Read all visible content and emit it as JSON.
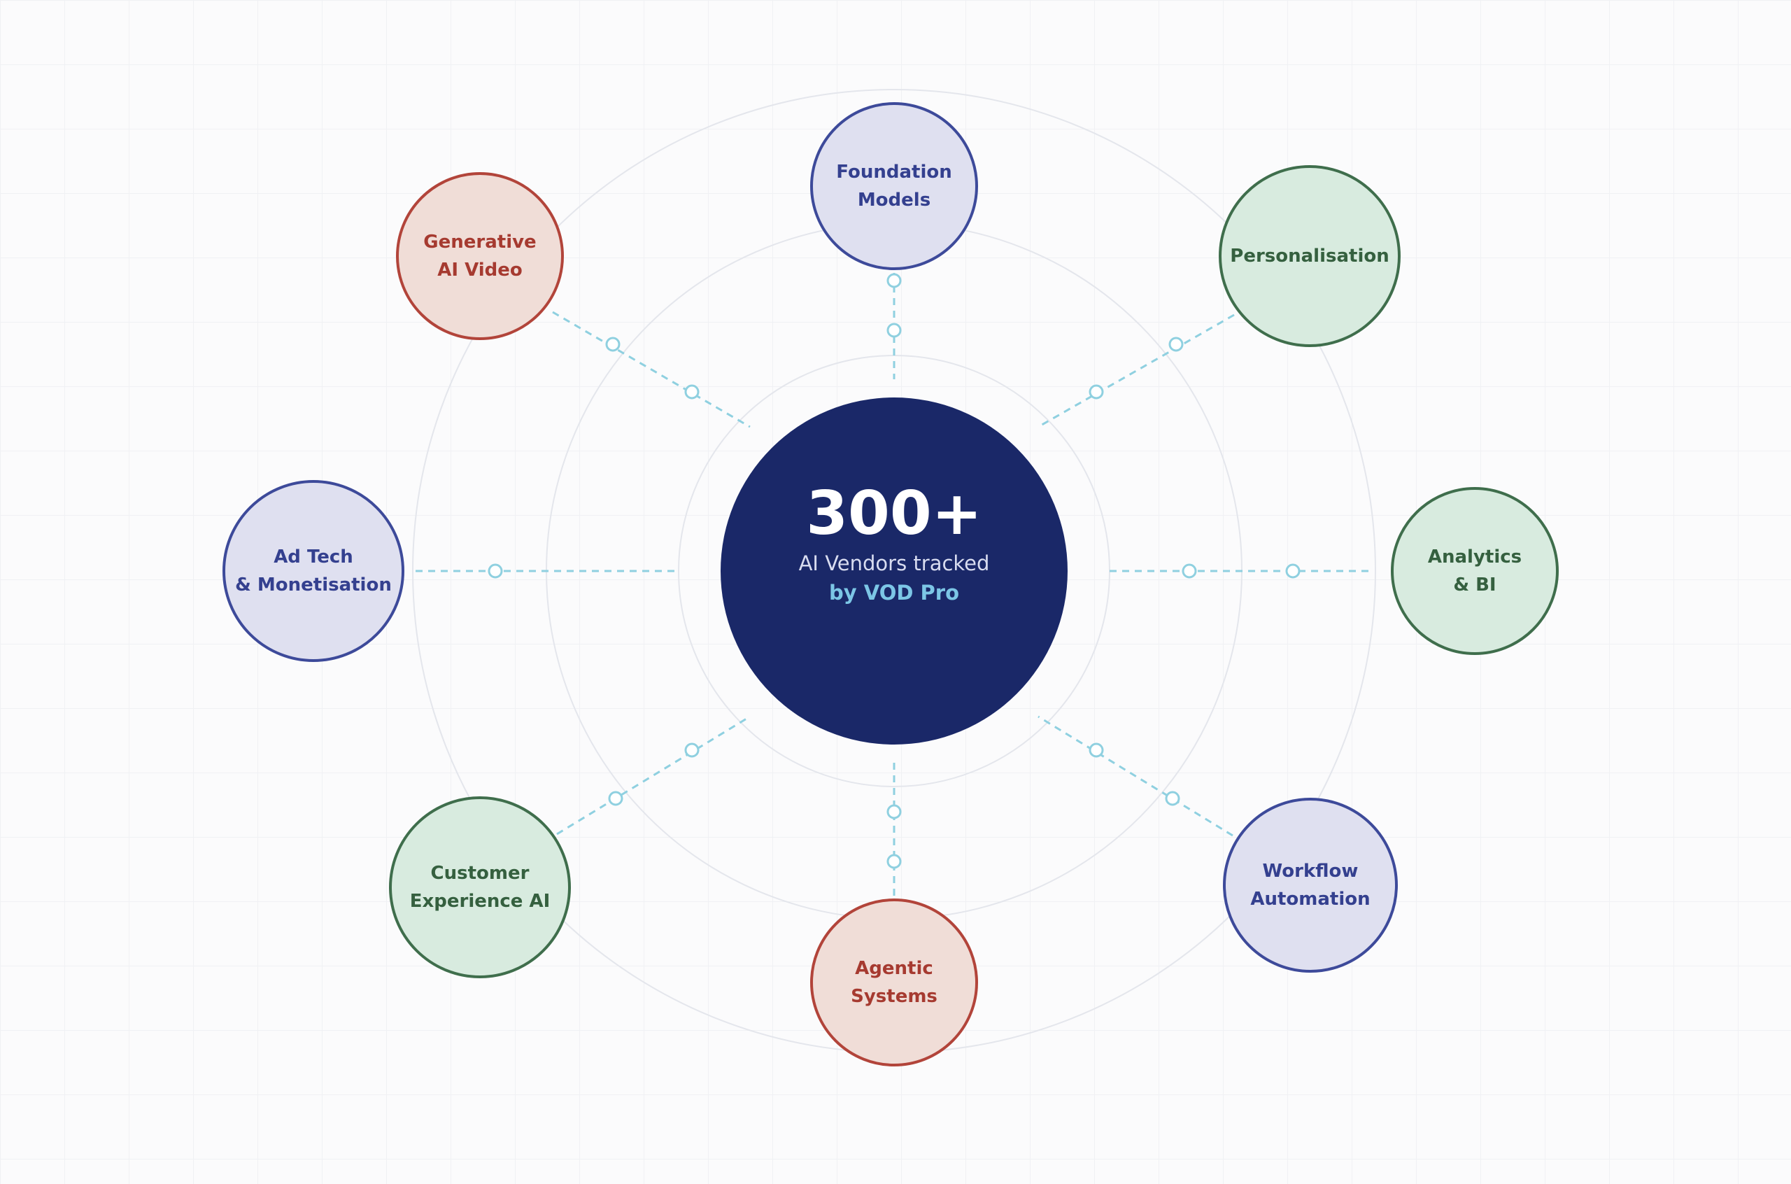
{
  "center": {
    "count": "300+",
    "subtitle": "AI Vendors tracked",
    "brand": "by VOD Pro"
  },
  "nodes": [
    {
      "id": "foundation-models",
      "label": "Foundation\nModels",
      "color": "blue"
    },
    {
      "id": "personalisation",
      "label": "Personalisation",
      "color": "green"
    },
    {
      "id": "analytics-bi",
      "label": "Analytics\n& BI",
      "color": "green"
    },
    {
      "id": "workflow-automation",
      "label": "Workflow\nAutomation",
      "color": "blue"
    },
    {
      "id": "agentic-systems",
      "label": "Agentic\nSystems",
      "color": "red"
    },
    {
      "id": "customer-experience-ai",
      "label": "Customer\nExperience AI",
      "color": "green"
    },
    {
      "id": "ad-tech-monetisation",
      "label": "Ad Tech\n& Monetisation",
      "color": "blue"
    },
    {
      "id": "generative-ai-video",
      "label": "Generative\nAI Video",
      "color": "red"
    }
  ],
  "colors": {
    "center_fill": "#1a2868",
    "connector": "#8fd0e0",
    "ring": "#e4e6ec",
    "blue": "#3d4a9a",
    "red": "#b2443a",
    "green": "#3f6e4c"
  }
}
